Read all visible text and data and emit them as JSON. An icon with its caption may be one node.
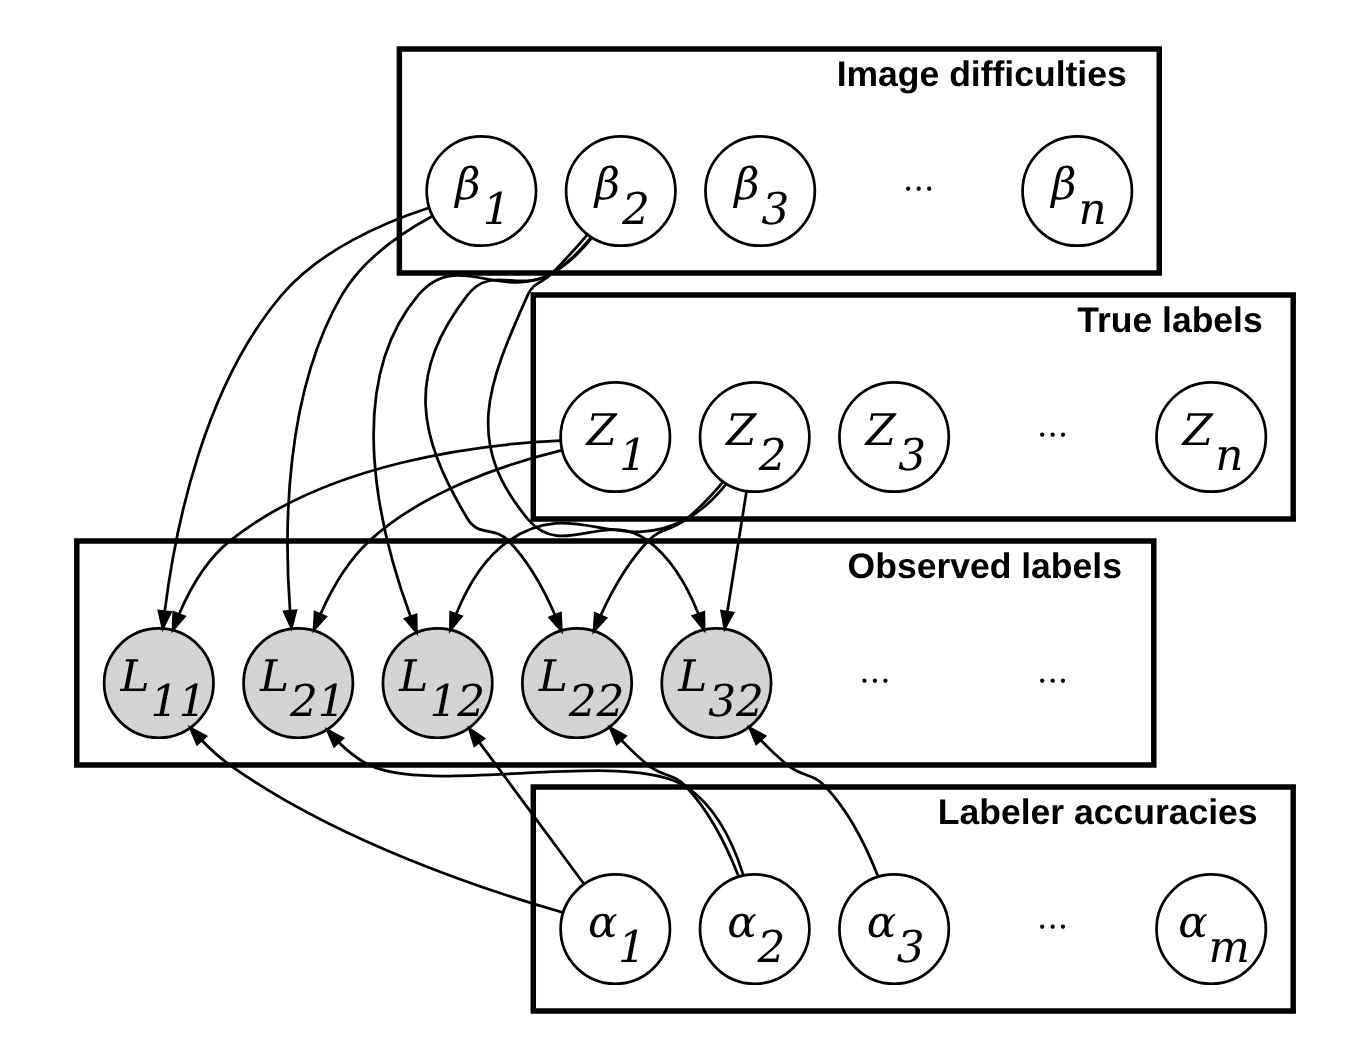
{
  "diagram": {
    "nodes": [
      {
        "text": [
          "Image difficulties"
        ]
      },
      {
        "text": [
          "β$_{1}$"
        ],
        "in": 0
      },
      {
        "text": [
          "β$_{2}$"
        ],
        "in": 0
      },
      {
        "text": [
          "β$_{3}$"
        ],
        "in": 0
      },
      {
        "text": [
          "β$_{n}$"
        ],
        "in": 0
      },
      {
        "text": [
          "True labels"
        ]
      },
      {
        "text": [
          "Z$_{1}$"
        ],
        "in": 5
      },
      {
        "text": [
          "Z$_{2}$"
        ],
        "in": 5
      },
      {
        "text": [
          "Z$_{3}$"
        ],
        "in": 5
      },
      {
        "text": [
          "Z$_{n}$"
        ],
        "in": 5
      },
      {
        "text": [
          "Observed labels"
        ]
      },
      {
        "text": [
          "L$_{11}$"
        ],
        "in": 10
      },
      {
        "text": [
          "L$_{21}$"
        ],
        "in": 10
      },
      {
        "text": [
          "L$_{12}$"
        ],
        "in": 10
      },
      {
        "text": [
          "L$_{22}$"
        ],
        "in": 10
      },
      {
        "text": [
          "L$_{32}$"
        ],
        "in": 10
      },
      {
        "text": [
          "Labeler accuracies"
        ]
      },
      {
        "text": [
          "α$_{1}$"
        ],
        "in": 16
      },
      {
        "text": [
          "α$_{2}$"
        ],
        "in": 16
      },
      {
        "text": [
          "α$_{3}$"
        ],
        "in": 16
      },
      {
        "text": [
          "α$_{m}$"
        ],
        "in": 16
      }
    ],
    "edges": [
      {
        "from": 1,
        "to": 11,
        "arrow": "to"
      },
      {
        "from": 1,
        "to": 12,
        "arrow": "to"
      },
      {
        "from": 2,
        "to": 13,
        "arrow": "to"
      },
      {
        "from": 2,
        "to": 14,
        "arrow": "to"
      },
      {
        "from": 2,
        "to": 15,
        "arrow": "to"
      },
      {
        "from": 6,
        "to": 11,
        "arrow": "to"
      },
      {
        "from": 6,
        "to": 12,
        "arrow": "to"
      },
      {
        "from": 7,
        "to": 13,
        "arrow": "to"
      },
      {
        "from": 7,
        "to": 14,
        "arrow": "to"
      },
      {
        "from": 7,
        "to": 15,
        "arrow": "to"
      },
      {
        "from": 17,
        "to": 11,
        "arrow": "to"
      },
      {
        "from": 17,
        "to": 13,
        "arrow": "to"
      },
      {
        "from": 18,
        "to": 12,
        "arrow": "to"
      },
      {
        "from": 18,
        "to": 14,
        "arrow": "to"
      },
      {
        "from": 19,
        "to": 15,
        "arrow": "to"
      }
    ],
    "labels": [
      "···",
      "···",
      "···",
      "···",
      "···"
    ]
  }
}
